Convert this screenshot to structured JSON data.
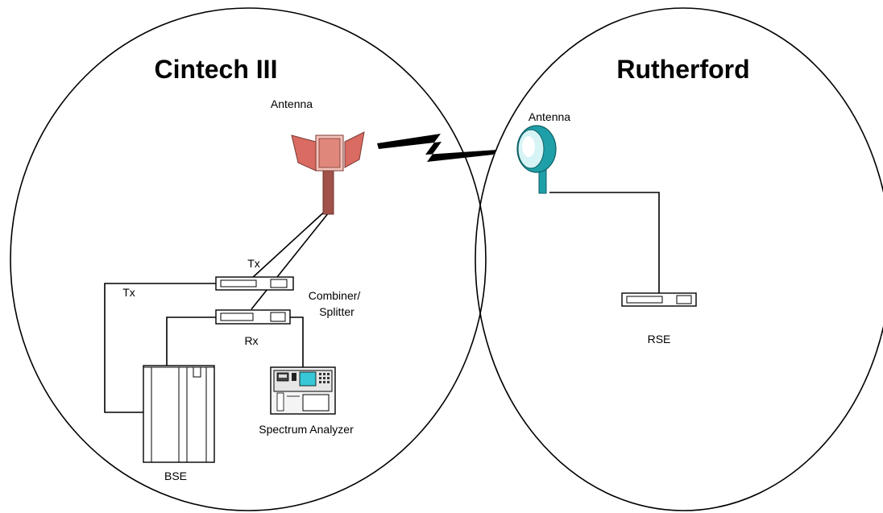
{
  "sites": {
    "left": {
      "title": "Cintech III",
      "antenna_label": "Antenna",
      "tx_top_label": "Tx",
      "tx_left_label": "Tx",
      "combiner_label_line1": "Combiner/",
      "combiner_label_line2": "Splitter",
      "rx_label": "Rx",
      "bse_label": "BSE",
      "analyzer_label": "Spectrum Analyzer"
    },
    "right": {
      "title": "Rutherford",
      "antenna_label": "Antenna",
      "rse_label": "RSE"
    }
  },
  "icons": {
    "left_antenna": "sector-panel-antenna-icon",
    "right_antenna": "dish-antenna-icon",
    "link": "lightning-bolt-link-icon",
    "bse": "cabinet-icon",
    "analyzer": "spectrum-analyzer-icon",
    "combiner": "rack-unit-icon",
    "rse": "rack-unit-icon"
  },
  "colors": {
    "antenna_panel": "#d96b62",
    "antenna_panel_light": "#f3c2b8",
    "antenna_mast": "#a0524a",
    "dish": "#1f9fa8",
    "dish_light": "#d6f3f5",
    "analyzer_screen": "#38c7d6",
    "line": "#000000"
  }
}
